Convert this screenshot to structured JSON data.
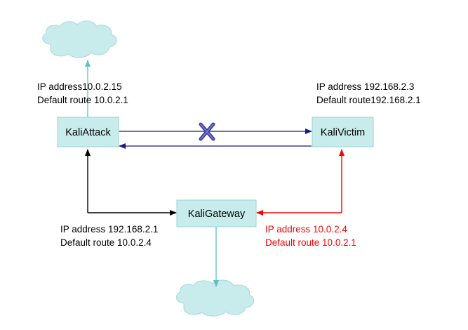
{
  "nodes": {
    "attack": {
      "label": "KaliAttack"
    },
    "victim": {
      "label": "KaliVictim"
    },
    "gateway": {
      "label": "KaliGateway"
    }
  },
  "annotations": {
    "attack": {
      "ip": "IP address10.0.2.15",
      "route": "Default route 10.0.2.1"
    },
    "victim": {
      "ip": "IP address 192.168.2.3",
      "route": "Default route192.168.2.1"
    },
    "gateway_internal": {
      "ip": "IP address 192.168.2.1",
      "route": "Default route 10.0.2.4"
    },
    "gateway_external": {
      "ip": "IP address 10.0.2.4",
      "route": "Default route 10.0.2.1"
    }
  },
  "colors": {
    "node_fill": "#c8ecec",
    "node_stroke": "#9ad2d2",
    "cloud_fill": "#c8ecec",
    "cloud_link": "#5fc0c0",
    "peer_link": "#1a1a80",
    "attack_gateway_link": "#000000",
    "victim_gateway_link": "#ff0000",
    "blocked_mark": "#3a3aa0"
  },
  "icons": {
    "blocked": "x-mark-icon",
    "clouds": "cloud-icon"
  }
}
